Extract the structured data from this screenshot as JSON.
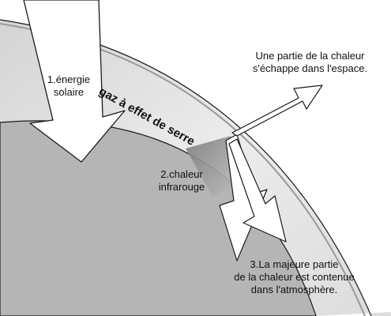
{
  "labels": {
    "greenhouse": "gaz à effet de serre",
    "solar_l1": "1.énergie",
    "solar_l2": "solaire",
    "escape_l1": "Une partie de la chaleur",
    "escape_l2": "s'échappe dans l'espace.",
    "ir_l1": "2.chaleur",
    "ir_l2": "infrarouge",
    "trapped_l1": "3.La majeure partie",
    "trapped_l2": "de la chaleur est contenue",
    "trapped_l3": "dans l'atmosphère."
  },
  "colors": {
    "earth": "#b5b5b5",
    "atmosphere": "#e6e6e6",
    "outline": "#1a1a1a",
    "infrared_shade": "#8c8c8c",
    "arrow_fill": "#ffffff"
  }
}
